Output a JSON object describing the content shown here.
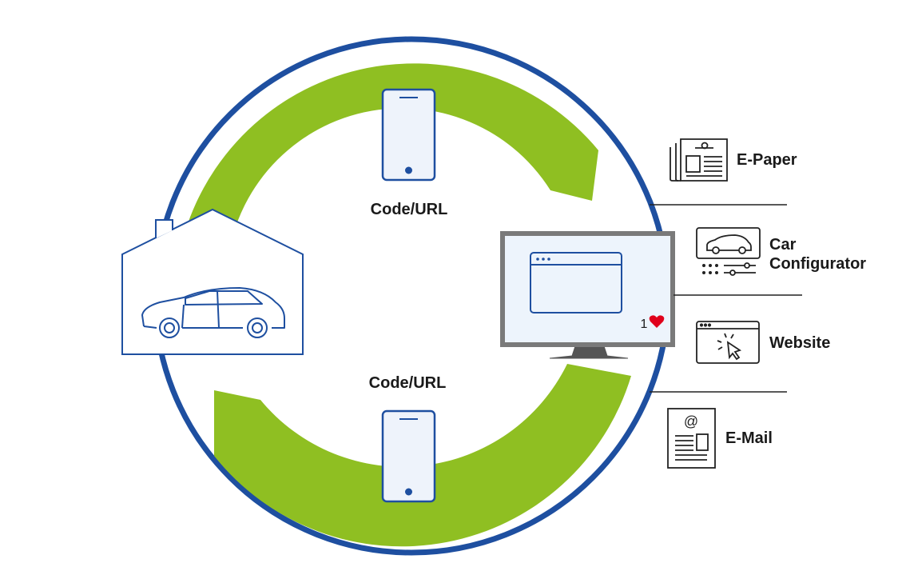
{
  "labels": {
    "code_url_top": "Code/URL",
    "code_url_bottom": "Code/URL",
    "like_count": "1"
  },
  "channels": [
    {
      "label": "E-Paper",
      "icon": "newspaper-icon"
    },
    {
      "label_line1": "Car",
      "label_line2": "Configurator",
      "icon": "car-configurator-icon"
    },
    {
      "label": "Website",
      "icon": "browser-cursor-icon"
    },
    {
      "label": "E-Mail",
      "icon": "email-document-icon"
    }
  ],
  "colors": {
    "blue": "#1e4fa0",
    "green": "#8fbf22",
    "phone_fill": "#eef3fb",
    "monitor_frame": "#7a7a7a",
    "monitor_screen": "#edf4fc",
    "heart": "#e0001b",
    "text": "#1a1a1a"
  }
}
